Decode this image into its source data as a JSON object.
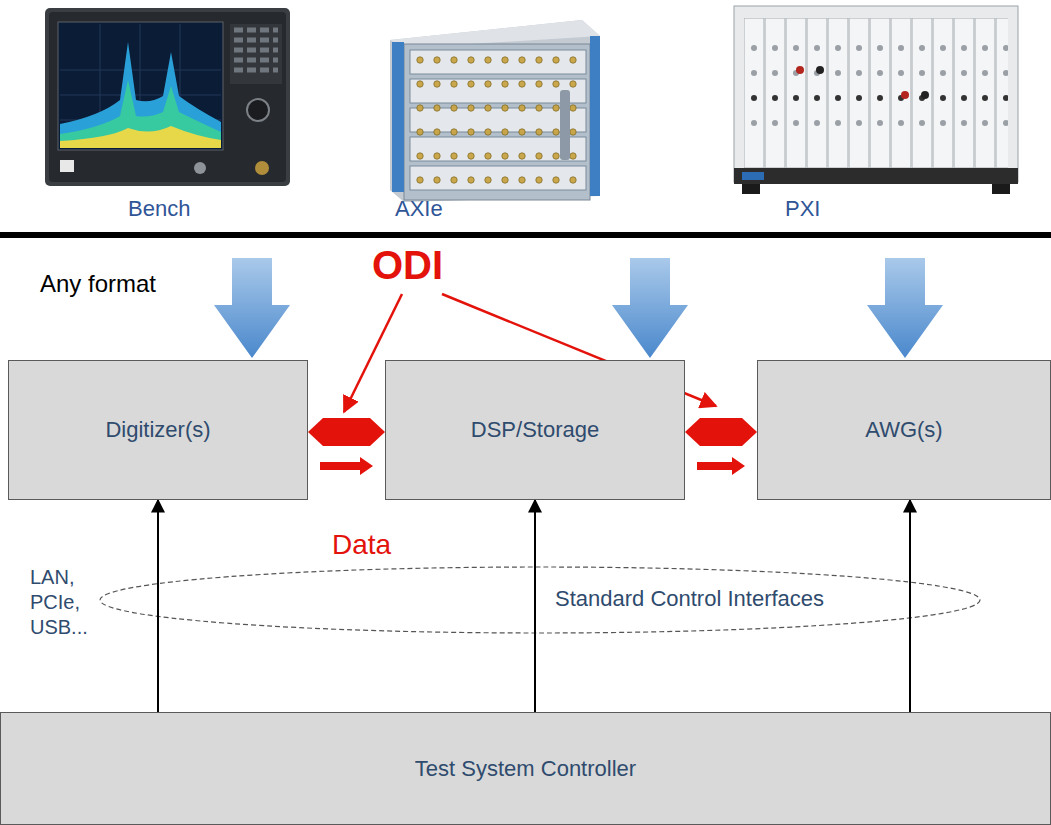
{
  "diagram": {
    "nodes": [
      {
        "text": [
          "Digitizer(s)"
        ]
      },
      {
        "text": [
          "DSP/Storage"
        ]
      },
      {
        "text": [
          "AWG(s)"
        ]
      },
      {
        "text": [
          "Test System Controller"
        ]
      }
    ],
    "edges": [
      {
        "from": 0,
        "to": 1,
        "arrow": "both"
      },
      {
        "from": 1,
        "to": 2,
        "arrow": "both"
      },
      {
        "from": 0,
        "to": 1,
        "arrow": "to"
      },
      {
        "from": 1,
        "to": 2,
        "arrow": "to"
      },
      {
        "from": 3,
        "to": 0,
        "arrow": "to"
      },
      {
        "from": 3,
        "to": 1,
        "arrow": "to"
      },
      {
        "from": 3,
        "to": 2,
        "arrow": "to"
      }
    ],
    "labels": [
      "Bench",
      "AXIe",
      "PXI",
      "Any format",
      "ODI",
      "Data",
      "LAN, PCIe, USB...",
      "Standard Control Interfaces"
    ]
  }
}
